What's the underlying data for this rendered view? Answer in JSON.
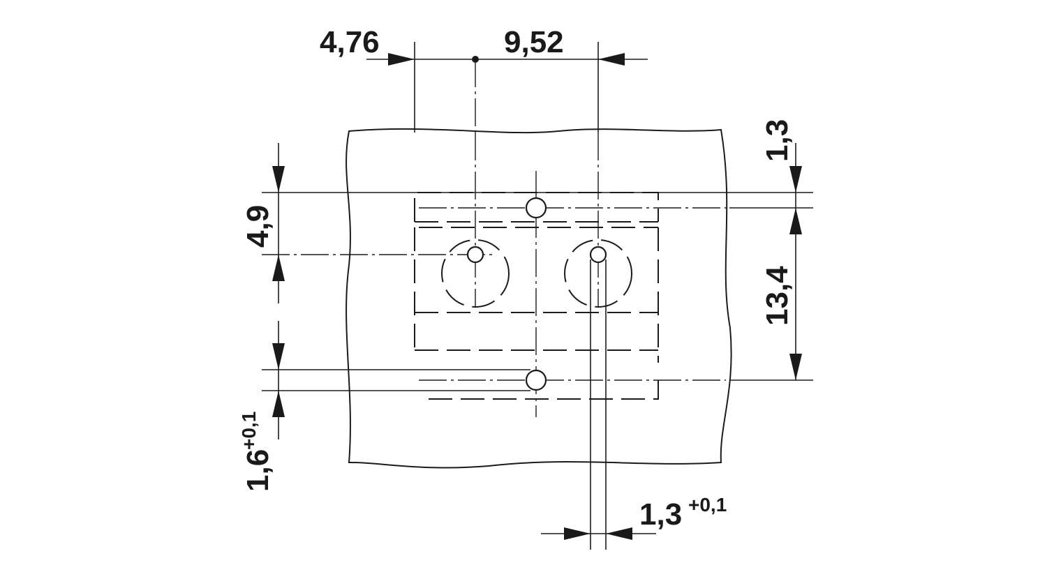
{
  "dimensions": {
    "pitch_half": "4,76",
    "pitch": "9,52",
    "top_offset": "1,3",
    "row_spacing": "13,4",
    "pin_offset": "4,9",
    "hole_dia_main": "1,6",
    "hole_dia_tol": "+0,1",
    "slot_width_main": "1,3",
    "slot_width_tol": "+0,1"
  },
  "colors": {
    "line": "#1a1a1a",
    "background": "#ffffff"
  }
}
